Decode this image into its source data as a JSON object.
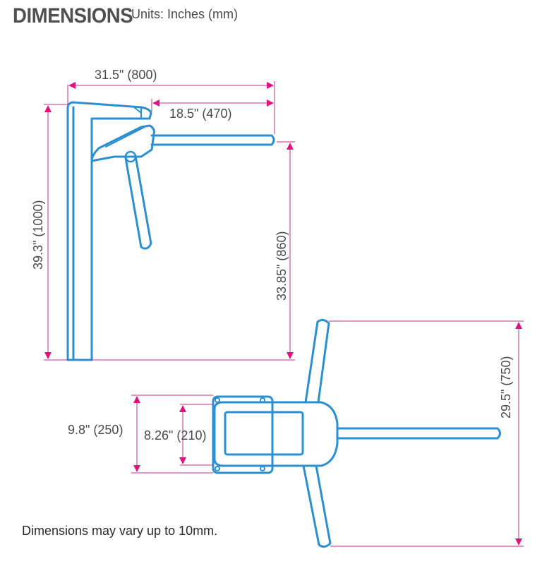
{
  "header": {
    "title": "DIMENSIONS",
    "units": "Units: Inches (mm)"
  },
  "dimensions": {
    "overall_width": "31.5\" (800)",
    "arm_length": "18.5\" (470)",
    "overall_height": "39.3\" (1000)",
    "arm_height": "33.85\" (860)",
    "arm_span": "29.5\" (750)",
    "base_width": "9.8\" (250)",
    "base_inner_width": "8.26\" (210)"
  },
  "note": "Dimensions may vary up to 10mm.",
  "colors": {
    "outline": "#2b8fd0",
    "dimension_line": "#c2328f",
    "arrow": "#e0147f"
  }
}
